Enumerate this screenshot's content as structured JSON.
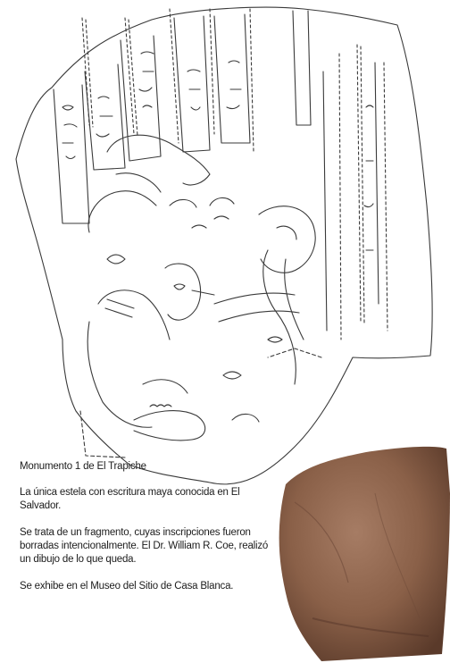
{
  "caption": {
    "title": "Monumento 1 de El Trapiche",
    "paragraph1": "La única estela con escritura maya conocida en El Salvador.",
    "paragraph2": "Se trata de un fragmento, cuyas inscripciones fueron borradas intencionalmente. El Dr. William R. Coe, realizó un dibujo de lo que queda.",
    "paragraph3": "Se exhibe en el Museo del Sitio de Casa Blanca."
  },
  "colors": {
    "line_drawing": "#3a3a3a",
    "stone_base": "#8a6048",
    "stone_shadow": "#5a3a2a",
    "stone_highlight": "#a67c64"
  }
}
